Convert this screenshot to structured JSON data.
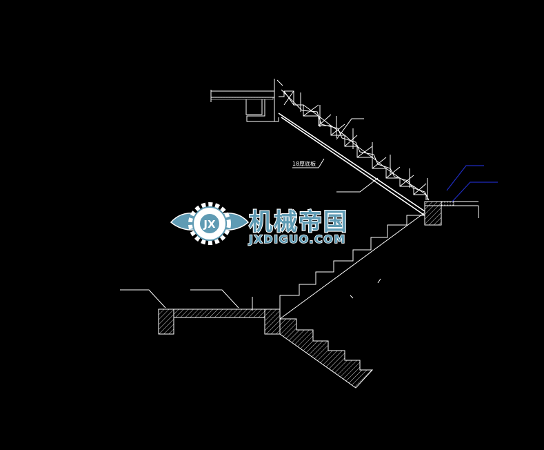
{
  "drawing": {
    "annotation_label": "18厚底板"
  },
  "watermark": {
    "logo_text": "机械帝国",
    "logo_domain": "JXDIGUO.COM",
    "emblem_letters": "JX",
    "colors": {
      "primary": "#5f9bb4",
      "outline": "#ffffff"
    }
  },
  "colors": {
    "background": "#000000",
    "line": "#ffffff",
    "leader_blue": "#1f2bbf"
  }
}
